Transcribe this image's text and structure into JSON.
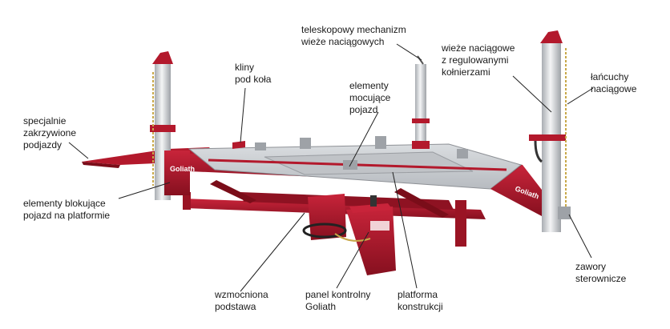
{
  "labels": {
    "telescopic": [
      "teleskopowy mechanizm",
      "wieże naciągowych"
    ],
    "towers": [
      "wieże naciągowe",
      "z regulowanymi",
      "kołnierzami"
    ],
    "chains": [
      "łańcuchy",
      "naciągowe"
    ],
    "wheel_chocks": [
      "kliny",
      "pod koła"
    ],
    "mounting": [
      "elementy",
      "mocujące",
      "pojazd"
    ],
    "ramps": [
      "specjalnie",
      "zakrzywione",
      "podjazdy"
    ],
    "locking": [
      "elementy blokujące",
      "pojazd na platformie"
    ],
    "base": [
      "wzmocniona",
      "podstawa"
    ],
    "panel": [
      "panel kontrolny",
      "Goliath"
    ],
    "platform": [
      "platforma",
      "konstrukcji"
    ],
    "valves": [
      "zawory",
      "sterownicze"
    ]
  },
  "brand_logo": "Goliath",
  "colors": {
    "frame_red": "#b0182a",
    "frame_dark": "#7a0d19",
    "deck_grey": "#c9ccd0",
    "column_grey": "#d9dbde",
    "chain": "#c8a84a",
    "line": "#222222"
  }
}
